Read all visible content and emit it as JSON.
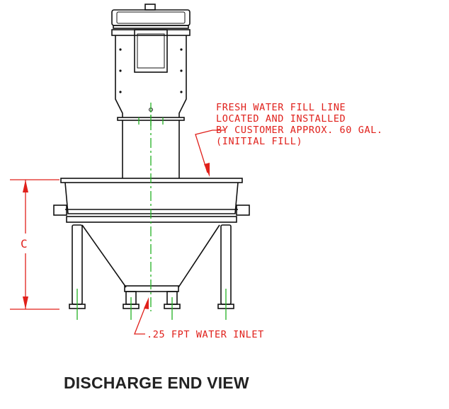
{
  "annotations": {
    "fill_line": [
      "FRESH WATER FILL LINE",
      "LOCATED AND INSTALLED",
      "BY CUSTOMER APPROX. 60 GAL.",
      "(INITIAL FILL)"
    ],
    "water_inlet": ".25 FPT WATER INLET"
  },
  "dimension": {
    "label": "C"
  },
  "title": "DISCHARGE END VIEW",
  "colors": {
    "annotation": "#e0201b",
    "centerline": "#22b022",
    "outline": "#111111"
  }
}
